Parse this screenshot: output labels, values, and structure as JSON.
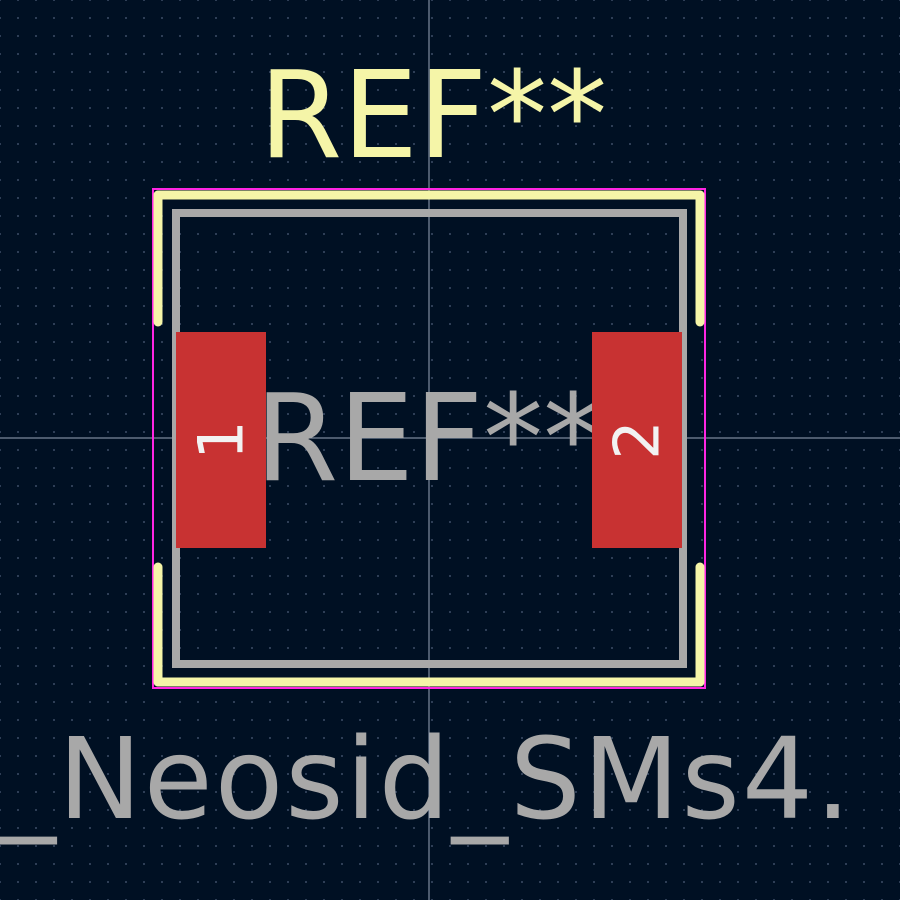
{
  "footprint": {
    "reference_silk": "REF**",
    "reference_fab": "REF**",
    "value": "_Neosid_SMs4.",
    "pads": [
      {
        "number": "1"
      },
      {
        "number": "2"
      }
    ]
  },
  "colors": {
    "background": "#001023",
    "grid_dot": "#3a4a63",
    "silkscreen": "#f5f5a8",
    "fabrication": "#a8a8a8",
    "courtyard": "#ff26e2",
    "pad_copper": "#c83232",
    "pad_label": "#f2f2f2",
    "crosshair": "#9aa6b8"
  }
}
